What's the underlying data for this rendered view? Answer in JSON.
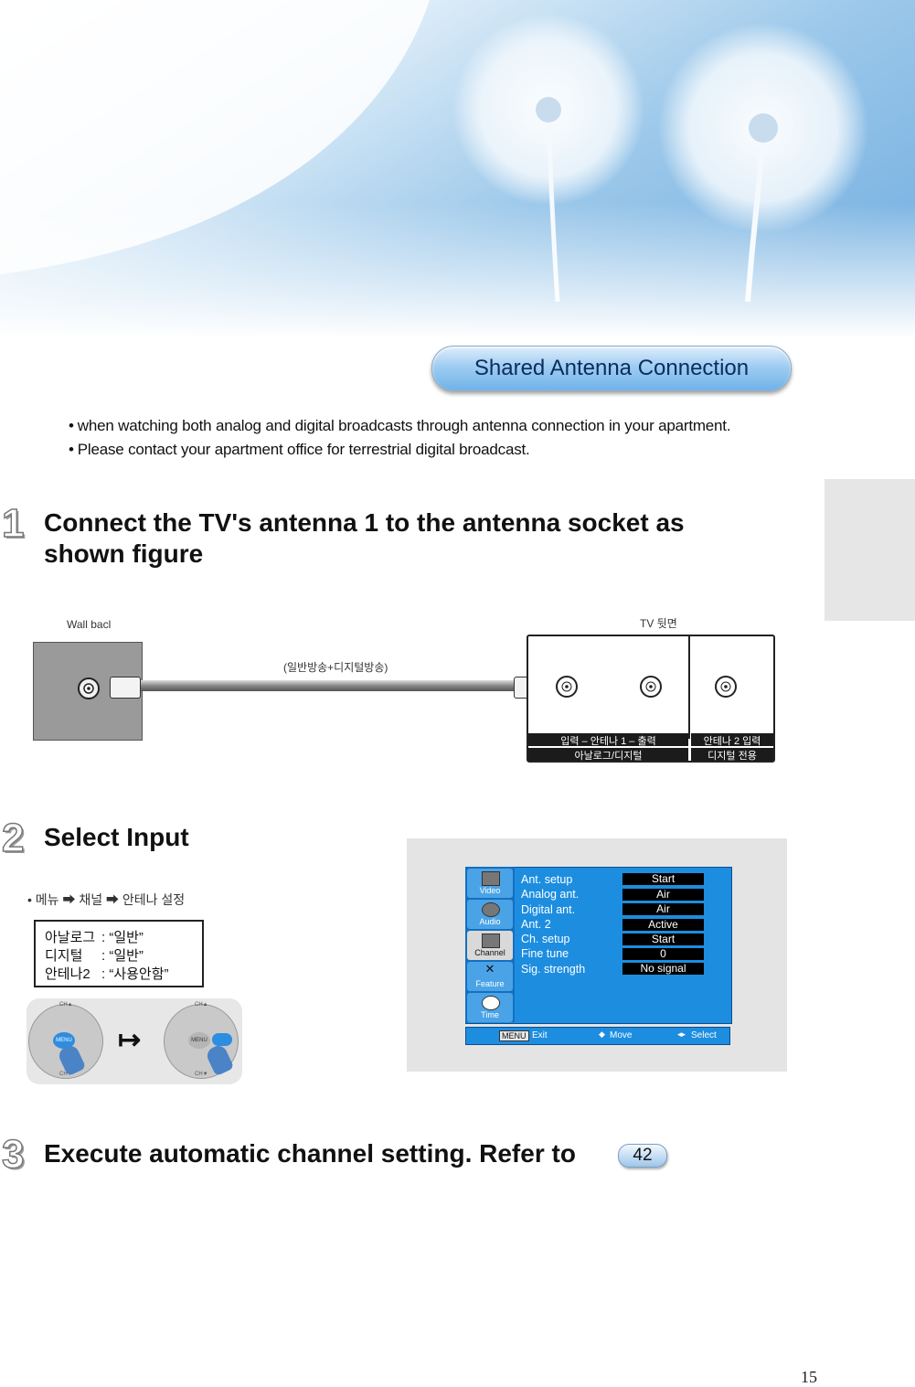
{
  "header": {
    "section_title": "Shared Antenna Connection"
  },
  "intro_bullets": [
    "when watching both analog and digital broadcasts through antenna connection in your apartment.",
    "Please contact your apartment office for terrestrial digital broadcast."
  ],
  "bullet_glyph": "•",
  "steps": [
    {
      "number": "1",
      "text_line1": "Connect the TV's antenna 1 to the antenna socket as",
      "text_line2": "shown figure"
    },
    {
      "number": "2",
      "text": "Select Input"
    },
    {
      "number": "3",
      "text": "Execute automatic channel setting. Refer to",
      "page_ref": "42"
    }
  ],
  "diagram": {
    "wall_label": "Wall bacl",
    "tv_label": "TV 뒷면",
    "cable_label": "(일반방송+디지털방송)",
    "port_bar_left_top": "입력 – 안테나 1 – 출력",
    "port_bar_left_bottom": "아날로그/디지털",
    "port_bar_right_top": "안테나 2 입력",
    "port_bar_right_bottom": "디지털 전용"
  },
  "menu_path": "• 메뉴 ➡ 채널 ➡ 안테나 설정",
  "settings_box": [
    {
      "key": "아날로그",
      "value": ": “일반”"
    },
    {
      "key": "디지털",
      "value": ": “일반”"
    },
    {
      "key": "안테나2",
      "value": ": “사용안함”"
    }
  ],
  "remote": {
    "center_label": "MENU",
    "arrow_glyph": "↦",
    "top_label": "CH▲",
    "bottom_label": "CH▼"
  },
  "osd": {
    "sidebar": [
      "Video",
      "Audio",
      "Channel",
      "Feature",
      "Time"
    ],
    "active_sidebar": "Channel",
    "rows": [
      {
        "label": "Ant. setup",
        "value": "Start"
      },
      {
        "label": "Analog ant.",
        "value": "Air"
      },
      {
        "label": "Digital ant.",
        "value": "Air"
      },
      {
        "label": "Ant. 2",
        "value": "Active"
      },
      {
        "label": "Ch. setup",
        "value": "Start"
      },
      {
        "label": "Fine tune",
        "value": "0"
      },
      {
        "label": "Sig. strength",
        "value": "No signal"
      }
    ],
    "footer": {
      "menu_key": "MENU",
      "exit": "Exit",
      "move": "Move",
      "select": "Select"
    }
  },
  "page_number": "15",
  "colors": {
    "title_text": "#0b2c5e",
    "osd_blue": "#1d8de0",
    "sky": "#9cc8ea"
  }
}
